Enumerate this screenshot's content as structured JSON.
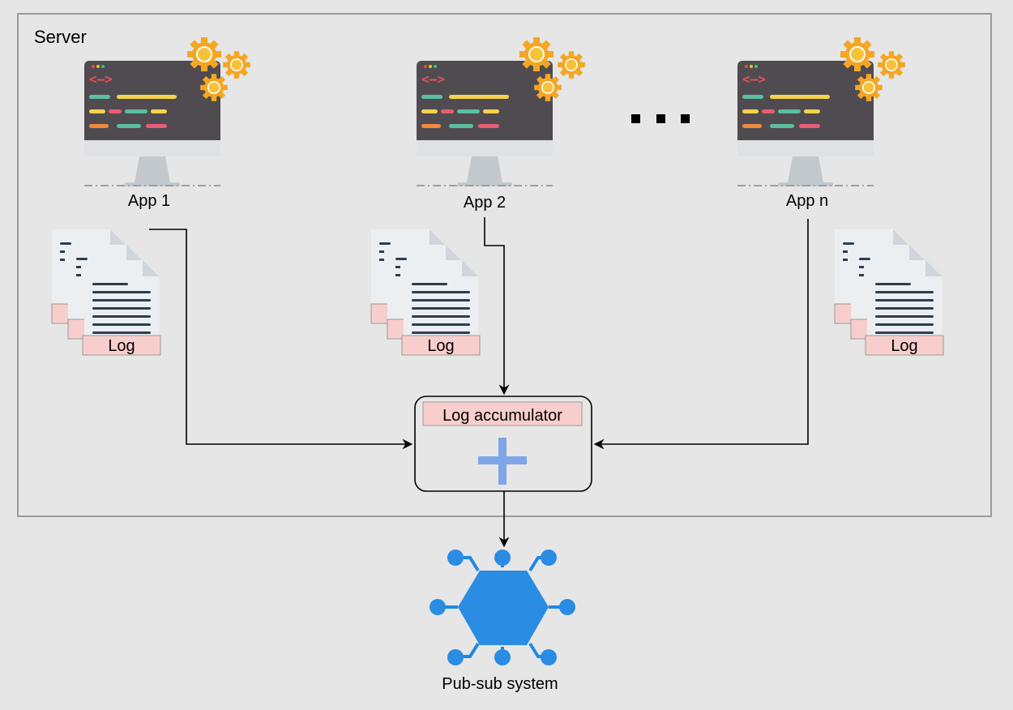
{
  "server": {
    "label": "Server"
  },
  "apps": [
    {
      "label": "App 1",
      "log_label": "Log"
    },
    {
      "label": "App 2",
      "log_label": "Log"
    },
    {
      "label": "App n",
      "log_label": "Log"
    }
  ],
  "ellipsis": "...",
  "accumulator": {
    "label": "Log accumulator"
  },
  "pubsub": {
    "label": "Pub-sub system"
  }
}
